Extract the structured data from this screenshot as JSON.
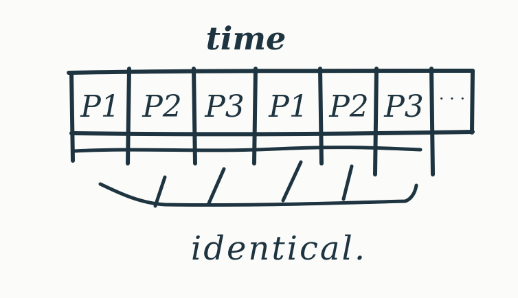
{
  "title": "time",
  "caption": "identical.",
  "ellipsis": "· · ·",
  "slots": [
    "P1",
    "P2",
    "P3",
    "P1",
    "P2",
    "P3"
  ],
  "colors": {
    "ink": "#1e3440",
    "paper": "#fbfbf9"
  }
}
